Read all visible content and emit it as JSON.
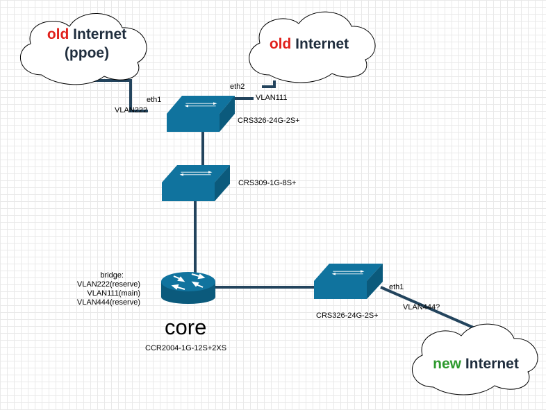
{
  "clouds": {
    "old_ppoe": {
      "keyword": "old",
      "keyword_color": "#e0201b",
      "text": "Internet",
      "text2": "(ppoe)"
    },
    "old": {
      "keyword": "old",
      "keyword_color": "#e0201b",
      "text": "Internet"
    },
    "new": {
      "keyword": "new",
      "keyword_color": "#2e9a2e",
      "text": "Internet"
    }
  },
  "devices": {
    "crs326_top": {
      "label": "CRS326-24G-2S+"
    },
    "crs309": {
      "label": "CRS309-1G-8S+"
    },
    "core": {
      "title": "core",
      "label": "CCR2004-1G-12S+2XS"
    },
    "crs326_right": {
      "label": "CRS326-24G-2S+"
    }
  },
  "ports": {
    "eth1_top": "eth1",
    "vlan222_top": "VLAN222",
    "eth2_top": "eth2",
    "vlan111_top": "VLAN111",
    "eth1_right": "eth1",
    "vlan444_right": "VLAN444?"
  },
  "bridge": {
    "title": "bridge:",
    "lines": [
      "VLAN222(reserve)",
      "VLAN111(main)",
      "VLAN444(reserve)"
    ]
  },
  "colors": {
    "device": "#10739e",
    "device_dark": "#0b5a7c",
    "link": "#23445d"
  }
}
